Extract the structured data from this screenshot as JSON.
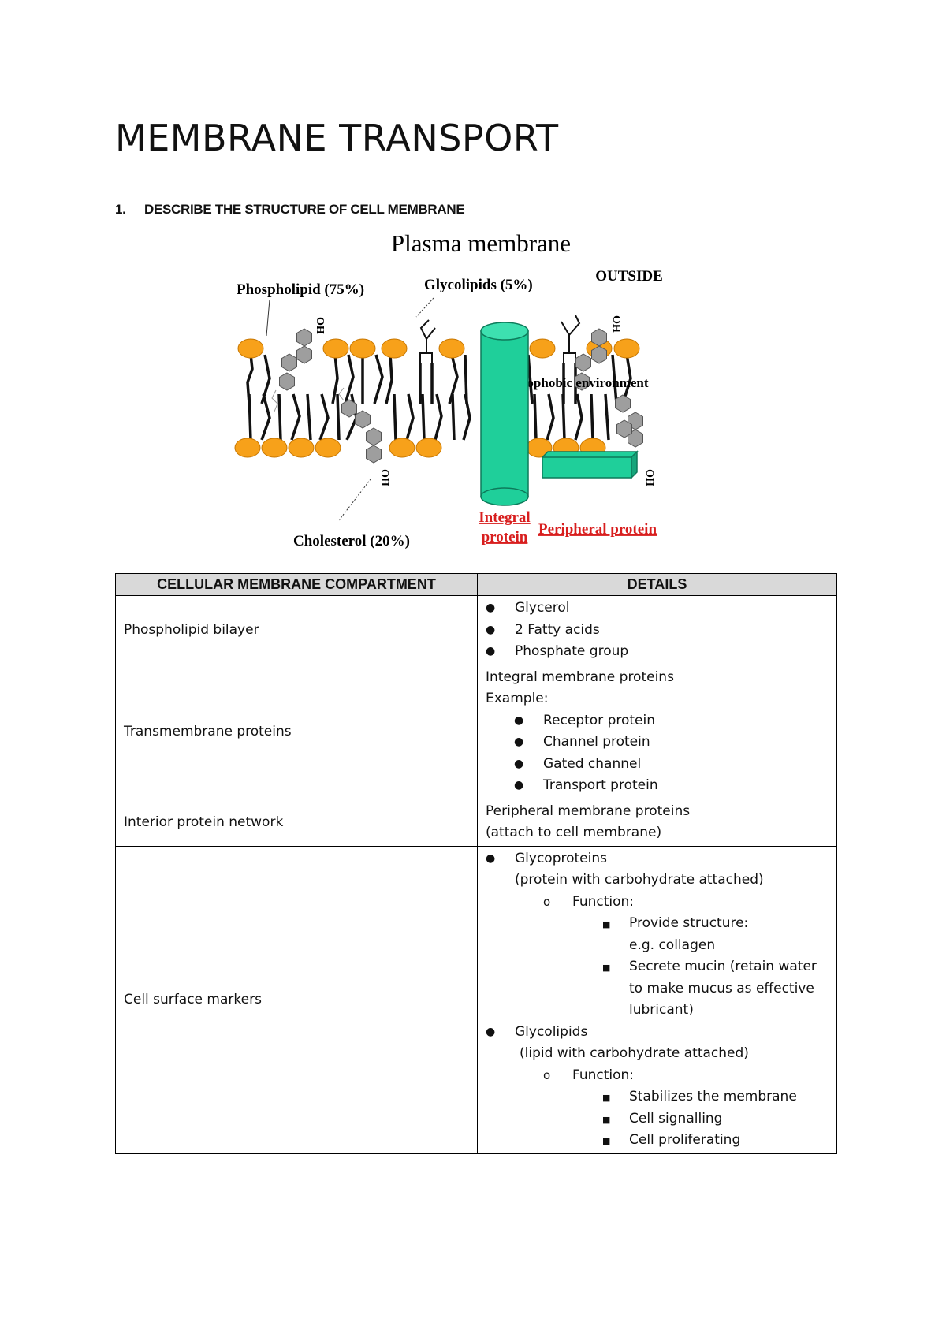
{
  "page_title": "MEMBRANE TRANSPORT",
  "section": {
    "number": "1.",
    "heading": "DESCRIBE THE STRUCTURE OF CELL MEMBRANE"
  },
  "figure": {
    "title": "Plasma membrane",
    "outside_label": "OUTSIDE",
    "phospholipid_label": "Phospholipid (75%)",
    "glycolipids_label": "Glycolipids (5%)",
    "cholesterol_label": "Cholesterol (20%)",
    "hydrophobic_label": "Hydrophobic environment",
    "integral_label_1": "Integral",
    "integral_label_2": "protein",
    "peripheral_label": "Peripheral protein",
    "oh_label": "OH",
    "colors": {
      "head": "#f7a11a",
      "protein": "#1fcf9a",
      "cholesterol": "#9e9e9e",
      "red_label": "#d81e1e"
    }
  },
  "table": {
    "headers": [
      "CELLULAR MEMBRANE COMPARTMENT",
      "DETAILS"
    ],
    "rows": [
      {
        "compartment": "Phospholipid bilayer",
        "details": [
          "Glycerol",
          "2 Fatty acids",
          "Phosphate group"
        ]
      },
      {
        "compartment": "Transmembrane proteins",
        "intro": "Integral membrane proteins",
        "example": "Example:",
        "details": [
          "Receptor protein",
          "Channel protein",
          "Gated channel",
          "Transport protein"
        ]
      },
      {
        "compartment": "Interior protein network",
        "lines": [
          "Peripheral membrane proteins",
          "(attach to cell membrane)"
        ]
      },
      {
        "compartment": "Cell surface markers",
        "glycoproteins": {
          "label": "Glycoproteins",
          "desc": "(protein with carbohydrate attached)",
          "function": "Function:",
          "items": [
            "Provide structure:",
            "e.g. collagen",
            "Secrete mucin (retain water",
            "to make mucus as effective",
            "lubricant)"
          ]
        },
        "glycolipids": {
          "label": "Glycolipids",
          "desc": "(lipid with carbohydrate attached)",
          "function": "Function:",
          "items": [
            "Stabilizes the membrane",
            "Cell signalling",
            "Cell proliferating"
          ]
        }
      }
    ]
  }
}
